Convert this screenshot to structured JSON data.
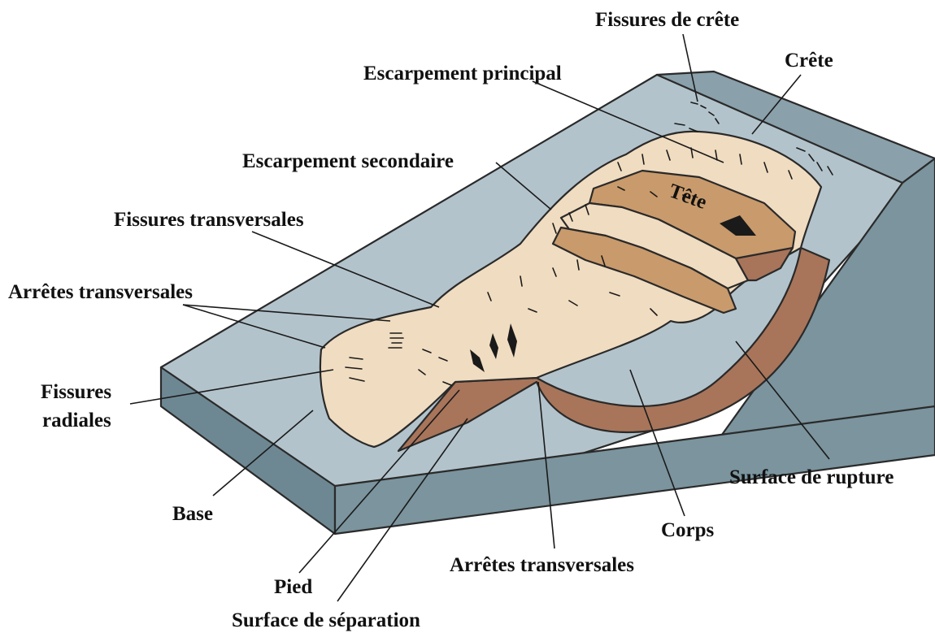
{
  "labels": {
    "fissures_crete": "Fissures de crête",
    "crete": "Crête",
    "escarpement_principal": "Escarpement principal",
    "escarpement_secondaire": "Escarpement secondaire",
    "tete": "Tête",
    "fissures_transversales": "Fissures transversales",
    "arretes_transversales_left": "Arrêtes transversales",
    "fissures_radiales_1": "Fissures",
    "fissures_radiales_2": "radiales",
    "base": "Base",
    "pied": "Pied",
    "surface_separation": "Surface de séparation",
    "arretes_transversales_bottom": "Arrêtes transversales",
    "corps": "Corps",
    "surface_rupture": "Surface de rupture"
  },
  "colors": {
    "slope_top": "#b3c3cb",
    "block_side": "#7b949e",
    "block_front": "#6e8893",
    "displaced_material": "#f0dcc0",
    "head_blocks": "#c99a6b",
    "rupture_surface": "#a8755a",
    "outline": "#2a2a2a"
  }
}
